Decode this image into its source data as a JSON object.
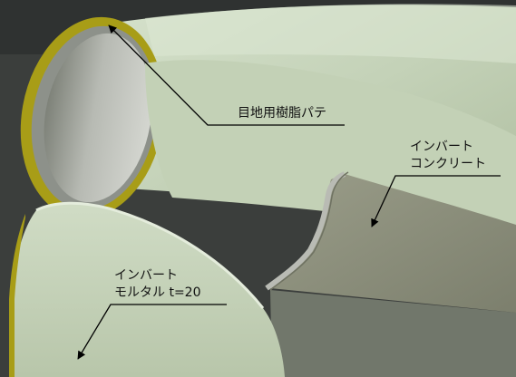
{
  "labels": {
    "joint_putty": "目地用樹脂パテ",
    "invert_concrete": [
      "インバート",
      "コンクリート"
    ],
    "invert_mortar": [
      "インバート",
      "モルタル t=20"
    ]
  },
  "colors": {
    "background": "#3a3d3c",
    "pipe_surface": "#c9d6be",
    "pipe_interior": "#9fa39a",
    "putty_ring": "#b5a81a",
    "concrete_fill": "#8c8f7d",
    "leader_line": "#000000"
  }
}
